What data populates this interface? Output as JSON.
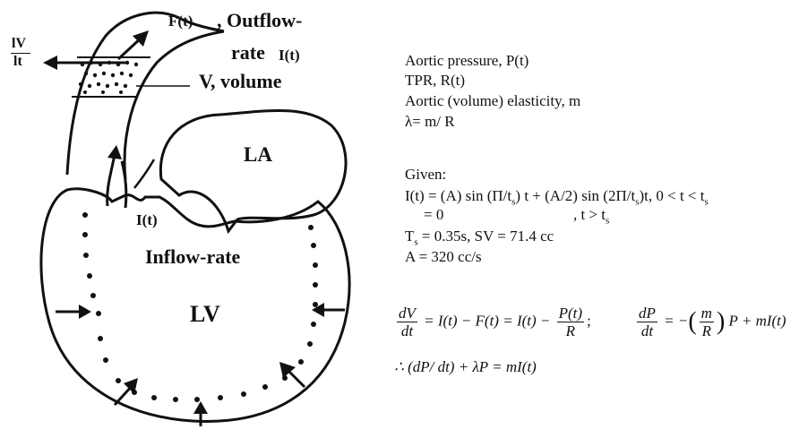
{
  "diagram": {
    "labels": {
      "dv_dt_num": "lV",
      "dv_dt_den": "lt",
      "f_t": "F(t)",
      "outflow": ", Outflow-",
      "rate": "rate",
      "i_t_top": "I(t)",
      "volume": "V, volume",
      "la": "LA",
      "i_t_inflow": "I(t)",
      "inflow_rate": "Inflow-rate",
      "lv": "LV"
    }
  },
  "parameters": {
    "line1": "Aortic pressure, P(t)",
    "line2": "TPR, R(t)",
    "line3": "Aortic (volume) elasticity, m",
    "line4": "λ= m/ R"
  },
  "given": {
    "heading": "Given:",
    "i_eq_prefix": "I(t) = (A) sin (Π/t",
    "i_eq_sub1": "s",
    "i_eq_mid": ") t + (A/2) sin (2Π/t",
    "i_eq_sub2": "s",
    "i_eq_suffix": ")t, 0 < t < t",
    "i_eq_sub3": "s",
    "zero_line": "= 0",
    "t_gt": ", t > t",
    "t_gt_sub": "s",
    "ts_prefix": "T",
    "ts_sub": "s",
    "ts_rest": " = 0.35s, SV = 71.4 cc",
    "a_line": "A = 320 cc/s"
  },
  "equations": {
    "e1_dV": "dV",
    "e1_dt": "dt",
    "e1_mid": "= I(t) − F(t) = I(t) −",
    "e1_Pt": "P(t)",
    "e1_R": "R",
    "e1_sep": ";",
    "e2_dP": "dP",
    "e2_dt": "dt",
    "e2_eq": "= −",
    "e2_m": "m",
    "e2_R": "R",
    "e2_rest": "P + mI(t)",
    "e3": "∴ (dP/ dt) + λP = mI(t)"
  }
}
